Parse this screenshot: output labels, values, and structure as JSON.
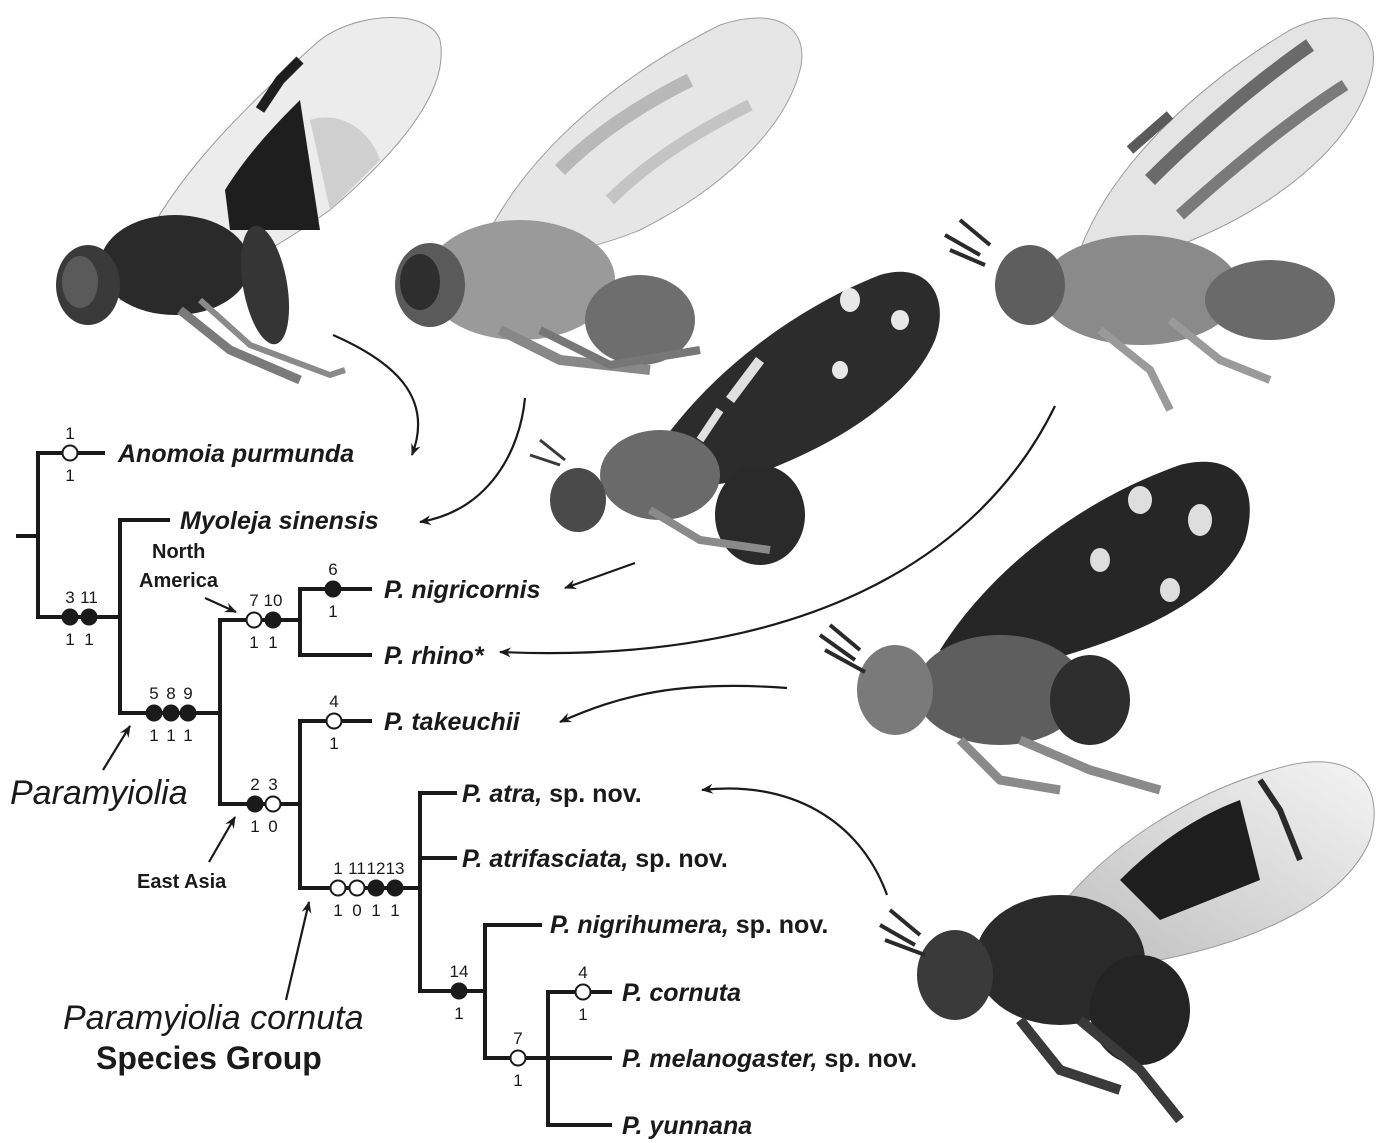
{
  "taxa": {
    "anomoia": "Anomoia purmunda",
    "myoleja": "Myoleja sinensis",
    "nigricornis": "P. nigricornis",
    "rhino": "P. rhino*",
    "takeuchii": "P. takeuchii",
    "atra": "P. atra,",
    "atrifasciata": "P. atrifasciata,",
    "nigrihumera": "P. nigrihumera,",
    "cornuta": "P. cornuta",
    "melanogaster": "P. melanogaster,",
    "yunnana": "P. yunnana",
    "sp_nov": " sp. nov."
  },
  "regions": {
    "north_line1": "North",
    "north_line2": "America",
    "east_asia": "East Asia"
  },
  "clade_labels": {
    "paramyiolia": "Paramyiolia",
    "group_line1": "Paramyiolia cornuta",
    "group_line2": "Species Group"
  },
  "characters": {
    "anomoia": [
      {
        "char": "1",
        "state": "1",
        "type": "open"
      }
    ],
    "stem_ingroup": [
      {
        "char": "3",
        "state": "1",
        "type": "filled"
      },
      {
        "char": "11",
        "state": "1",
        "type": "filled"
      }
    ],
    "paramyiolia": [
      {
        "char": "5",
        "state": "1",
        "type": "filled"
      },
      {
        "char": "8",
        "state": "1",
        "type": "filled"
      },
      {
        "char": "9",
        "state": "1",
        "type": "filled"
      }
    ],
    "north_america": [
      {
        "char": "7",
        "state": "1",
        "type": "open"
      },
      {
        "char": "10",
        "state": "1",
        "type": "filled"
      }
    ],
    "nigricornis": [
      {
        "char": "6",
        "state": "1",
        "type": "filled"
      }
    ],
    "east_asia": [
      {
        "char": "2",
        "state": "1",
        "type": "filled"
      },
      {
        "char": "3",
        "state": "0",
        "type": "open"
      }
    ],
    "takeuchii": [
      {
        "char": "4",
        "state": "1",
        "type": "open"
      }
    ],
    "cornuta_group": [
      {
        "char": "1",
        "state": "1",
        "type": "open"
      },
      {
        "char": "11",
        "state": "0",
        "type": "open"
      },
      {
        "char": "12",
        "state": "1",
        "type": "filled"
      },
      {
        "char": "13",
        "state": "1",
        "type": "filled"
      }
    ],
    "clade14": [
      {
        "char": "14",
        "state": "1",
        "type": "filled"
      }
    ],
    "clade7": [
      {
        "char": "7",
        "state": "1",
        "type": "open"
      }
    ],
    "cornuta": [
      {
        "char": "4",
        "state": "1",
        "type": "open"
      }
    ]
  },
  "colors": {
    "ink": "#1a1a1a",
    "wing_membrane": "#e9e9e9",
    "wing_band": "#1e1e1e",
    "body_dark": "#2a2a2a",
    "body_light": "#8f8f8f"
  },
  "photo_icons": [
    "fly-photo-anomoia",
    "fly-photo-myoleja",
    "fly-photo-nigricornis",
    "fly-photo-rhino",
    "fly-photo-takeuchii",
    "fly-photo-atra"
  ]
}
